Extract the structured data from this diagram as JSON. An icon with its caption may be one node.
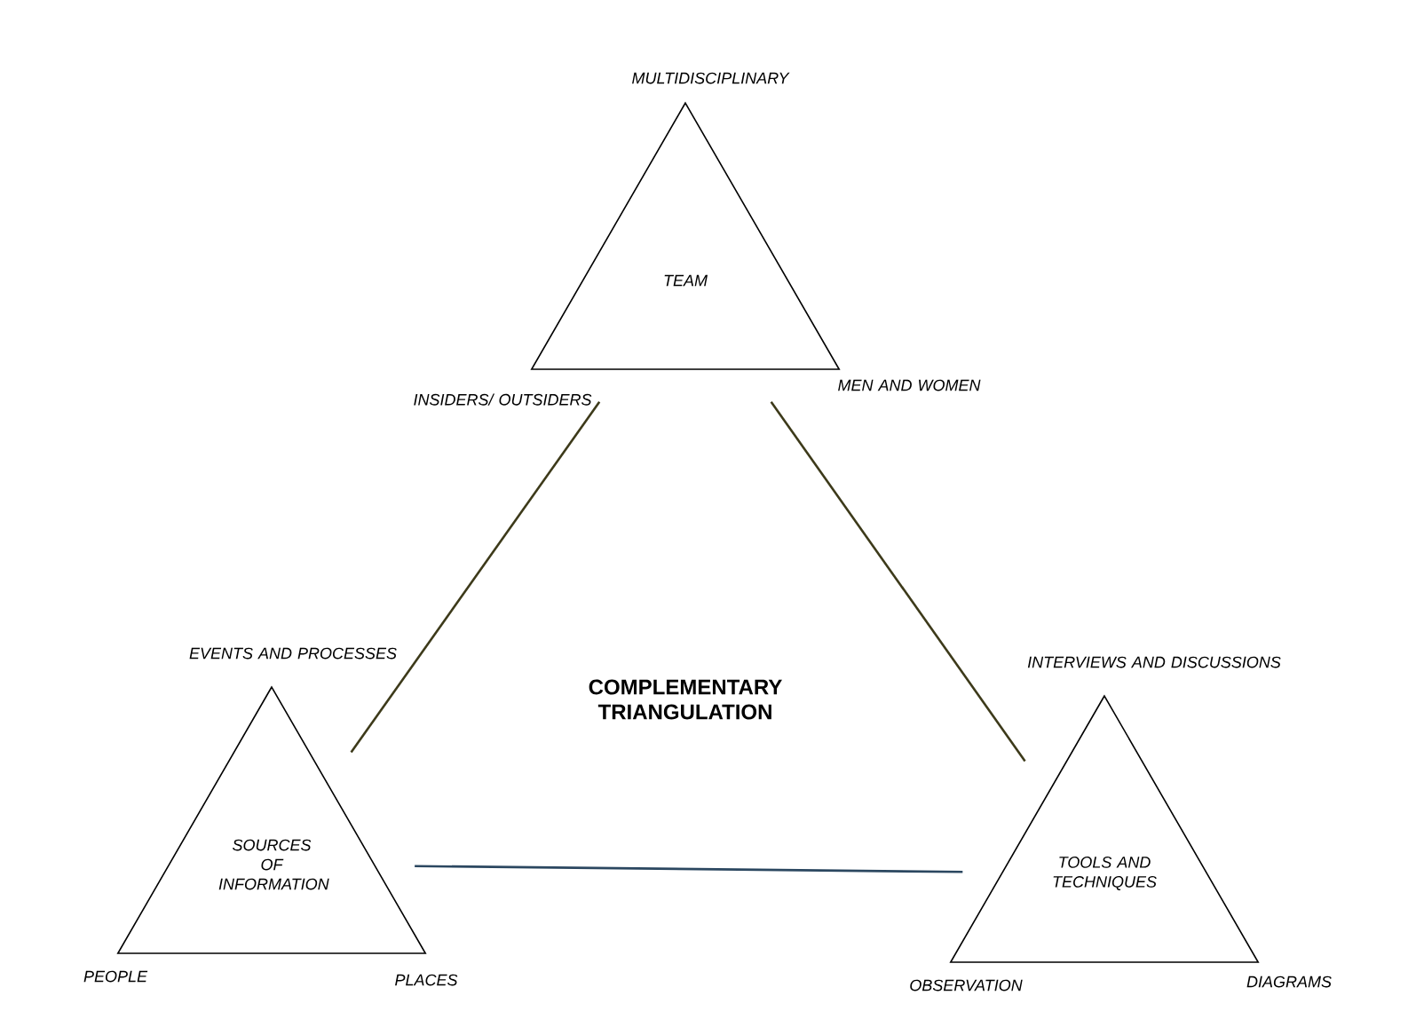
{
  "diagram": {
    "nodes": [
      {
        "text": [
          "TEAM"
        ],
        "beside": [
          "MULTIDISCIPLINARY",
          "INSIDERS/ OUTSIDERS",
          "MEN AND WOMEN"
        ]
      },
      {
        "text": [
          "SOURCES OF INFORMATION"
        ],
        "beside": [
          "EVENTS AND PROCESSES",
          "PEOPLE",
          "PLACES"
        ]
      },
      {
        "text": [
          "TOOLS AND TECHNIQUES"
        ],
        "beside": [
          "INTERVIEWS AND DISCUSSIONS",
          "OBSERVATION",
          "DIAGRAMS"
        ]
      }
    ],
    "edges": [
      {
        "from": 0,
        "to": 1,
        "arrow": "none"
      },
      {
        "from": 0,
        "to": 2,
        "arrow": "none"
      },
      {
        "from": 1,
        "to": 2,
        "arrow": "none",
        "color": "#2b4760"
      }
    ],
    "labels": [
      "COMPLEMENTARY TRIANGULATION"
    ]
  }
}
